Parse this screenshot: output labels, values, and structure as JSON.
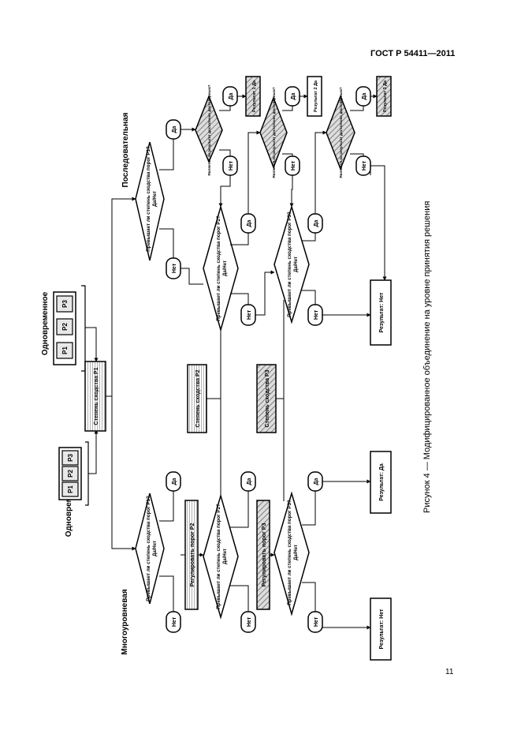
{
  "header": {
    "standard": "ГОСТ Р 54411—2011"
  },
  "caption": "Рисунок 4 — Модифицированное объединение на уровне принятия решения",
  "page_number": "11",
  "diagram": {
    "group_labels": {
      "simultaneous_left": "Одновременное",
      "simultaneous_right": "Одновременное",
      "multilevel": "Многоуровневая",
      "sequential": "Последовательная"
    },
    "parameters": {
      "p1": "P1",
      "p2": "P2",
      "p3": "P3"
    },
    "central_box": "Степень сходства P1",
    "shaded_boxes": {
      "s2": "Степень сходства P2",
      "s3": "Степень сходства P3"
    },
    "diamond_texts": {
      "d1": "Превышает ли степень сходства порог P1?",
      "d2": "Превышает ли степень сходства порог P2?",
      "d3": "Превышает ли степень сходства порог P3?",
      "d4": "Является ли результат достаточно достоверным?"
    },
    "diamond_sub": "Да/Нет",
    "adjust": {
      "a2": "Регулировать порог P2",
      "a3": "Регулировать порог P3"
    },
    "yes": "Да",
    "no": "Нет",
    "results": {
      "yes": "Результат: Да",
      "no": "Результат: Нет",
      "r1": "Результат 1 Да",
      "r2": "Результат 2 Да",
      "r3": "Результат 3 Да"
    }
  }
}
